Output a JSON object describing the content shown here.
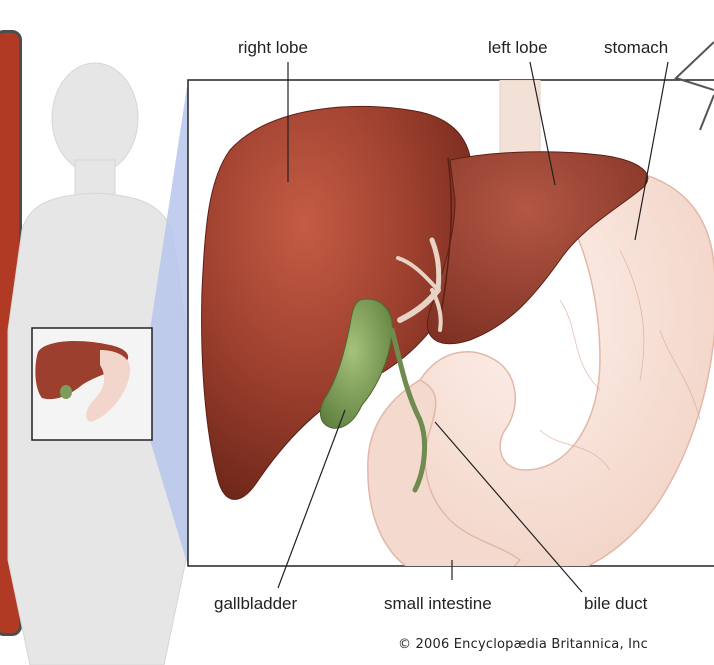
{
  "labels": {
    "right_lobe": "right lobe",
    "left_lobe": "left lobe",
    "stomach": "stomach",
    "gallbladder": "gallbladder",
    "small_intestine": "small intestine",
    "bile_duct": "bile duct"
  },
  "credit": "© 2006 Encyclopædia Britannica, Inc",
  "colors": {
    "liver": "#9c3f2e",
    "liver_dark": "#7a2c1f",
    "stomach": "#f7ddd3",
    "gallbladder": "#7d9c5a",
    "body_silhouette": "#e6e6e6",
    "panel_accent": "#b03a24",
    "inset_bevel": "#b7c5ea"
  }
}
